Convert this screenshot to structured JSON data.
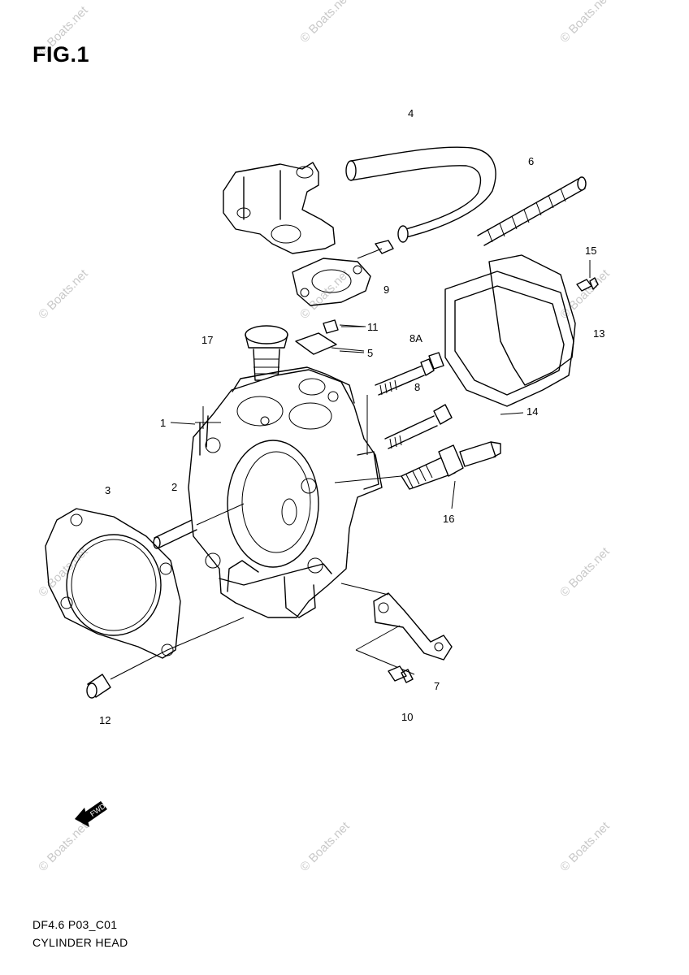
{
  "figure": {
    "title": "FIG.1"
  },
  "footer": {
    "code": "DF4.6 P03_C01",
    "name": "CYLINDER HEAD"
  },
  "watermark": {
    "text": "© Boats.net"
  },
  "direction_mark": {
    "text": "FWD"
  },
  "callouts": {
    "c1": "1",
    "c2": "2",
    "c3": "3",
    "c4": "4",
    "c5": "5",
    "c6": "6",
    "c7": "7",
    "c8": "8",
    "c8a": "8A",
    "c9": "9",
    "c10": "10",
    "c11": "11",
    "c12": "12",
    "c13": "13",
    "c14": "14",
    "c15": "15",
    "c16": "16",
    "c17": "17"
  }
}
